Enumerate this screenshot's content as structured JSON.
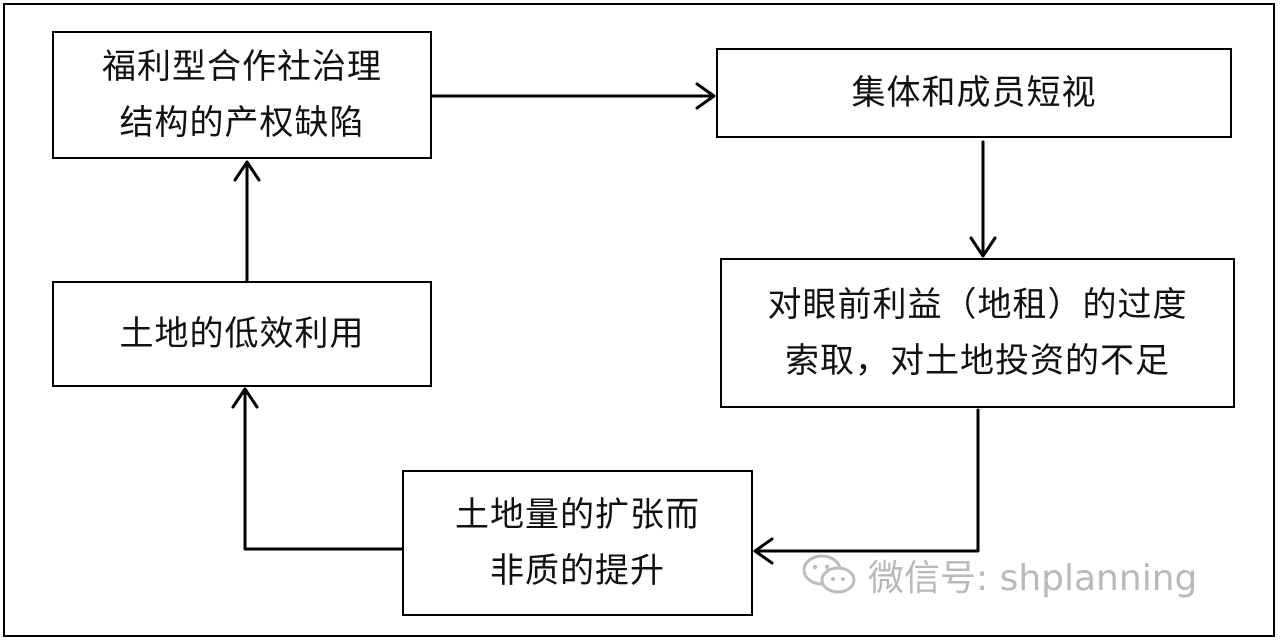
{
  "boxes": {
    "welfare_coop_defect": [
      "福利型合作社治理",
      "结构的产权缺陷"
    ],
    "short_sighted": [
      "集体和成员短视"
    ],
    "excessive_rent": [
      "对眼前利益（地租）的过度",
      "索取，对土地投资的不足"
    ],
    "land_expansion": [
      "土地量的扩张而",
      "非质的提升"
    ],
    "low_efficiency": [
      "土地的低效利用"
    ]
  },
  "watermark": {
    "text": "微信号: shplanning",
    "icon": "wechat-icon"
  }
}
